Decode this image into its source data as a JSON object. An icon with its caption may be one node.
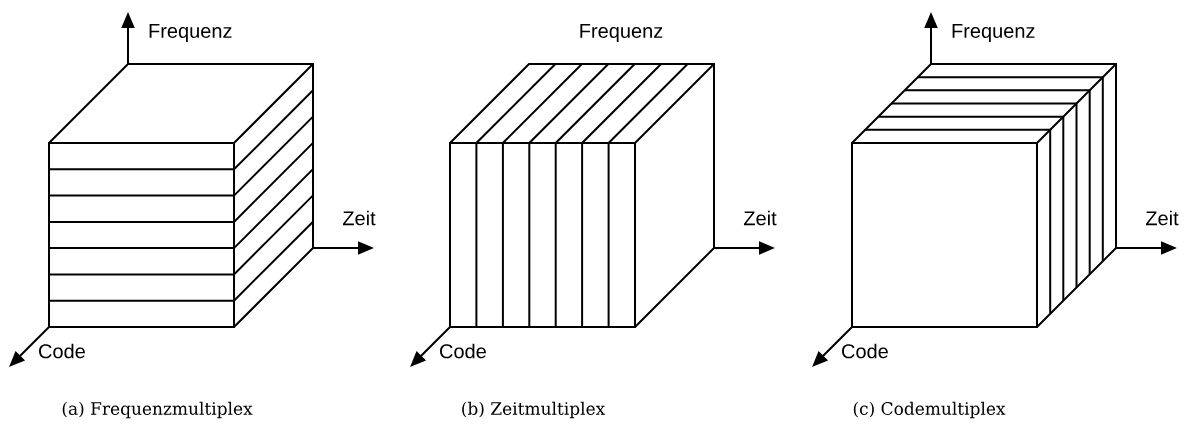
{
  "diagram": {
    "labels": [
      "Frequenz",
      "Frequenz",
      "Frequenz",
      "Zeit",
      "Zeit",
      "Zeit",
      "Code",
      "Code",
      "Code",
      "(a) Frequenzmultiplex",
      "(b) Zeitmultiplex",
      "(c) Codemultiplex"
    ]
  }
}
